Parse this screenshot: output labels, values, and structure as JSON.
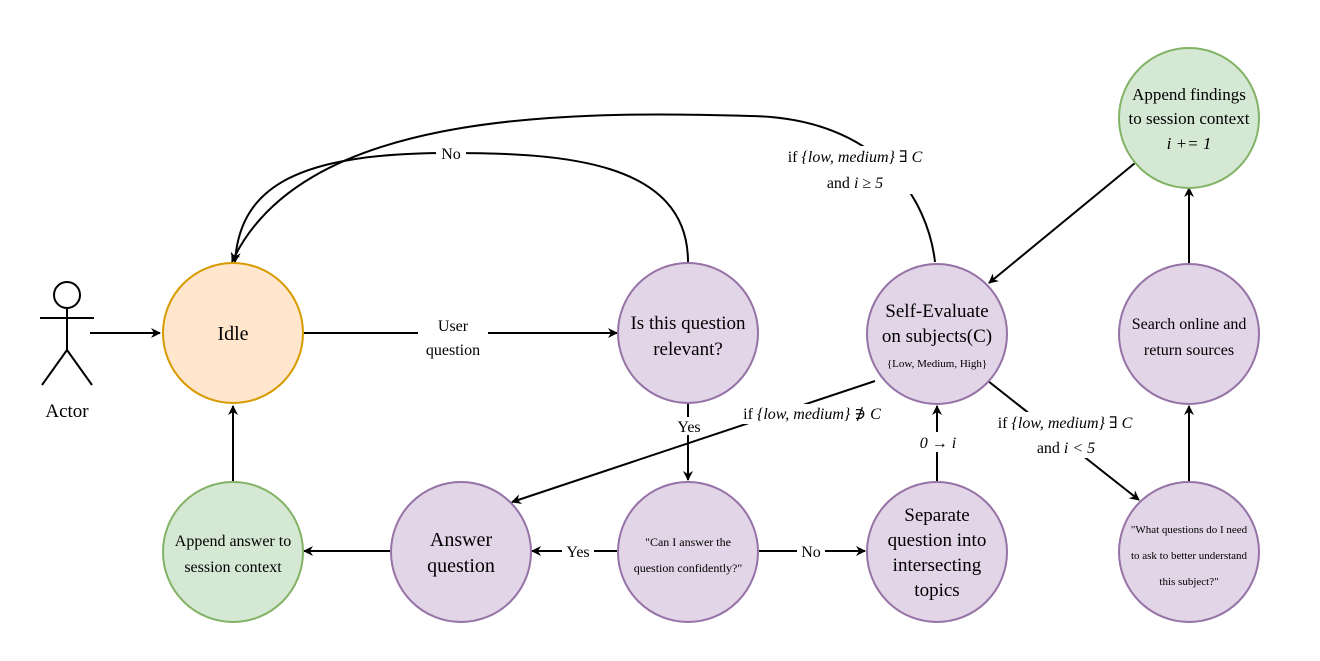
{
  "actor": {
    "label": "Actor"
  },
  "nodes": {
    "idle": {
      "lines": [
        "Idle"
      ],
      "fill": "#ffe6cc",
      "stroke": "#d79b00"
    },
    "relevant": {
      "lines": [
        "Is this question",
        "relevant?"
      ],
      "fill": "#e1d5e7",
      "stroke": "#9673a6"
    },
    "self_eval": {
      "lines": [
        "Self-Evaluate",
        "on subjects(C)"
      ],
      "subtext": "{Low, Medium, High}",
      "fill": "#e1d5e7",
      "stroke": "#9673a6"
    },
    "append_findings": {
      "lines": [
        "Append findings",
        "to session context",
        "i += 1"
      ],
      "fill": "#d5e8d4",
      "stroke": "#82b366"
    },
    "search_online": {
      "lines": [
        "Search online and",
        "return sources"
      ],
      "fill": "#e1d5e7",
      "stroke": "#9673a6"
    },
    "append_answer": {
      "lines": [
        "Append answer to",
        "session context"
      ],
      "fill": "#d5e8d4",
      "stroke": "#82b366"
    },
    "answer_question": {
      "lines": [
        "Answer",
        "question"
      ],
      "fill": "#e1d5e7",
      "stroke": "#9673a6"
    },
    "can_answer": {
      "lines": [
        "\"Can I answer the",
        "question confidently?\""
      ],
      "fill": "#e1d5e7",
      "stroke": "#9673a6"
    },
    "separate": {
      "lines": [
        "Separate",
        "question into",
        "intersecting",
        "topics"
      ],
      "fill": "#e1d5e7",
      "stroke": "#9673a6"
    },
    "what_questions": {
      "lines": [
        "\"What questions do I need",
        "to ask to better understand",
        "this subject?\""
      ],
      "fill": "#e1d5e7",
      "stroke": "#9673a6"
    }
  },
  "edge_labels": {
    "no_relevant": "No",
    "user_question_1": "User",
    "user_question_2": "question",
    "yes_relevant": "Yes",
    "yes_answer": "Yes",
    "no_answer": "No",
    "zero_to_i": "0 → i",
    "exit_1_prefix": "if ",
    "exit_1_set": "{low, medium}",
    "exit_1_suffix": " ∃ C",
    "exit_2_prefix": "and ",
    "exit_2_cond": "i ≥ 5",
    "not_1_prefix": "if ",
    "not_1_set": "{low, medium}",
    "not_1_suffix": " ∌ C",
    "loop_1_prefix": "if ",
    "loop_1_set": "{low, medium}",
    "loop_1_suffix": " ∃ C",
    "loop_2_prefix": "and ",
    "loop_2_cond": "i < 5"
  }
}
